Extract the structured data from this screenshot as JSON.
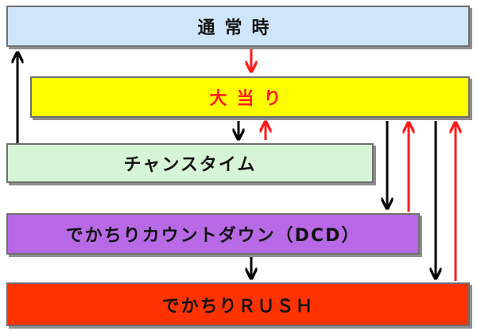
{
  "states": {
    "normal": "通常時",
    "jackpot": "大当り",
    "chance_time": "チャンスタイム",
    "dcd": "でかちりカウントダウン（DCD）",
    "rush": "でかちりＲＵＳＨ"
  },
  "colors": {
    "normal_fill": "#cfe6fa",
    "jackpot_fill": "#ffff00",
    "jackpot_text": "#ff1a1a",
    "chance_fill": "#d6f5d6",
    "dcd_fill": "#b86ae6",
    "rush_fill": "#ff3300",
    "arrow_to_jackpot": "#ff1a1a",
    "arrow_other": "#000000"
  },
  "transitions": [
    {
      "from": "normal",
      "to": "jackpot",
      "color": "red"
    },
    {
      "from": "jackpot",
      "to": "chance_time",
      "color": "black"
    },
    {
      "from": "chance_time",
      "to": "jackpot",
      "color": "red"
    },
    {
      "from": "chance_time",
      "to": "normal",
      "color": "black"
    },
    {
      "from": "jackpot",
      "to": "dcd",
      "color": "black"
    },
    {
      "from": "dcd",
      "to": "jackpot",
      "color": "red"
    },
    {
      "from": "dcd",
      "to": "rush",
      "color": "black"
    },
    {
      "from": "jackpot",
      "to": "rush",
      "color": "black"
    },
    {
      "from": "rush",
      "to": "jackpot",
      "color": "red"
    }
  ]
}
